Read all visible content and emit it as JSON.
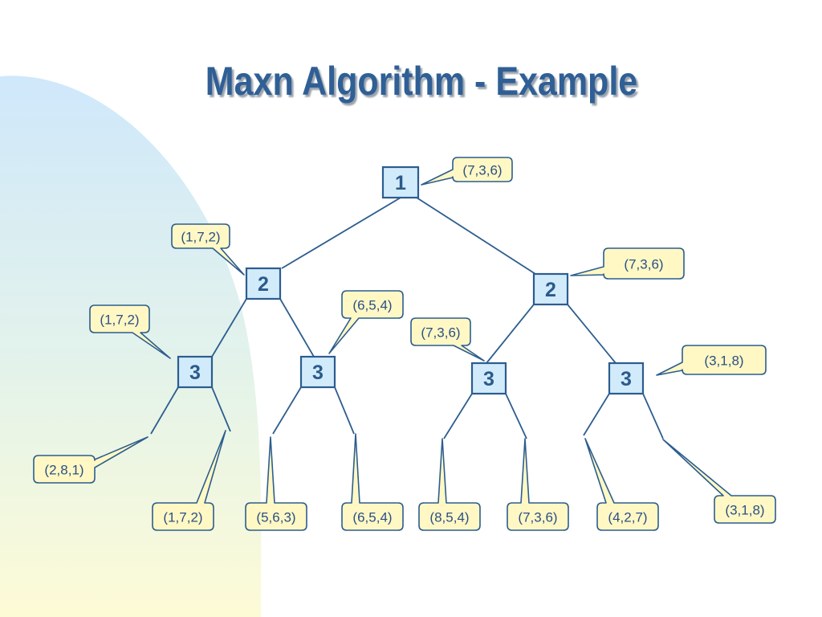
{
  "title": "Maxn  Algorithm - Example",
  "nodes": [
    {
      "id": "n1",
      "label": "1"
    },
    {
      "id": "n2a",
      "label": "2"
    },
    {
      "id": "n2b",
      "label": "2"
    },
    {
      "id": "n3a",
      "label": "3"
    },
    {
      "id": "n3b",
      "label": "3"
    },
    {
      "id": "n3c",
      "label": "3"
    },
    {
      "id": "n3d",
      "label": "3"
    }
  ],
  "callouts": [
    {
      "id": "c-root",
      "text": "(7,3,6)"
    },
    {
      "id": "c-2a",
      "text": "(1,7,2)"
    },
    {
      "id": "c-2b",
      "text": "(7,3,6)"
    },
    {
      "id": "c-3a",
      "text": "(1,7,2)"
    },
    {
      "id": "c-3b",
      "text": "(6,5,4)"
    },
    {
      "id": "c-3c",
      "text": "(7,3,6)"
    },
    {
      "id": "c-3d",
      "text": "(3,1,8)"
    },
    {
      "id": "c-l1",
      "text": "(2,8,1)"
    },
    {
      "id": "c-l2",
      "text": "(1,7,2)"
    },
    {
      "id": "c-l3",
      "text": "(5,6,3)"
    },
    {
      "id": "c-l4",
      "text": "(6,5,4)"
    },
    {
      "id": "c-l5",
      "text": "(8,5,4)"
    },
    {
      "id": "c-l6",
      "text": "(7,3,6)"
    },
    {
      "id": "c-l7",
      "text": "(4,2,7)"
    },
    {
      "id": "c-l8",
      "text": "(3,1,8)"
    }
  ]
}
